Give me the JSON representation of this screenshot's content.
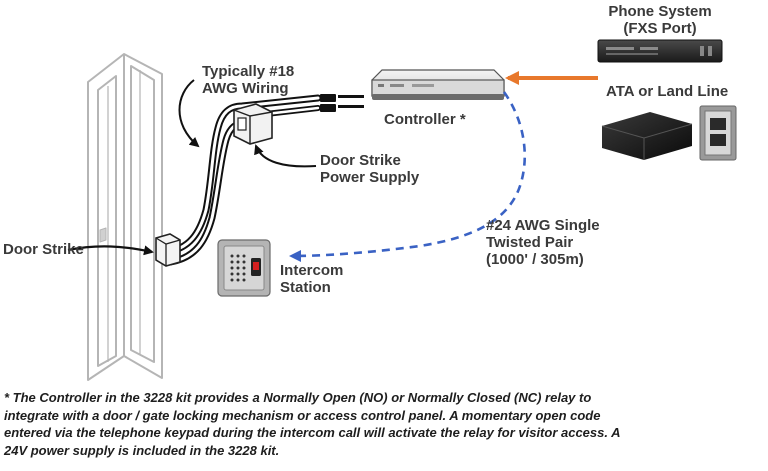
{
  "labels": {
    "phone_system": [
      "Phone System",
      "(FXS Port)"
    ],
    "ata": "ATA or Land Line",
    "awg18": [
      "Typically #18",
      "AWG Wiring"
    ],
    "controller": "Controller *",
    "strike_psu": [
      "Door Strike",
      "Power Supply"
    ],
    "door_strike": "Door Strike",
    "awg24": [
      "#24 AWG Single",
      "Twisted Pair",
      "(1000' / 305m)"
    ],
    "intercom": [
      "Intercom",
      "Station"
    ]
  },
  "footnote": [
    "* The Controller in the 3228 kit provides a Normally Open (NO) or Normally Closed (NC) relay to",
    "integrate with a door / gate locking mechanism or access control panel. A momentary open code",
    "entered via the telephone keypad during the intercom call will activate the relay for visitor access. A",
    "24V power supply is included in the 3228 kit."
  ],
  "colors": {
    "text": "#3a3a3a",
    "orange_arrow": "#e8782c",
    "blue_dash": "#3a62c4",
    "door_outline": "#b5b5b5"
  }
}
